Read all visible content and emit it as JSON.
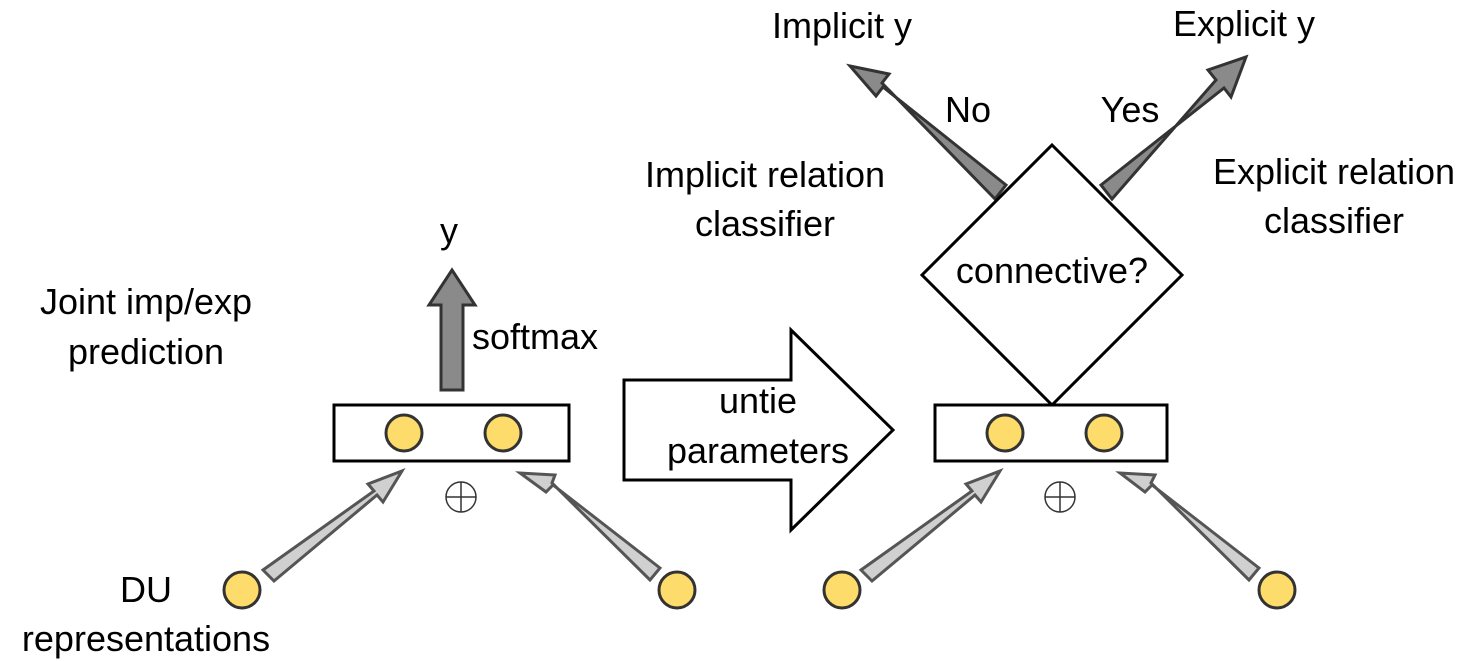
{
  "colors": {
    "node_fill": "#fddc6c",
    "arrow_light": "#d0d0d0",
    "arrow_dark": "#8a8a8a",
    "stroke": "#333333"
  },
  "left": {
    "title_line1": "Joint imp/exp",
    "title_line2": "prediction",
    "output_label": "y",
    "softmax_label": "softmax",
    "combine_symbol": "⊕",
    "input_line1": "DU",
    "input_line2": "representations"
  },
  "middle": {
    "arrow_line1": "untie",
    "arrow_line2": "parameters"
  },
  "right": {
    "decision_label": "connective?",
    "combine_symbol": "⊕",
    "no_label": "No",
    "yes_label": "Yes",
    "implicit_output": "Implicit y",
    "explicit_output": "Explicit y",
    "implicit_classifier_line1": "Implicit relation",
    "implicit_classifier_line2": "classifier",
    "explicit_classifier_line1": "Explicit relation",
    "explicit_classifier_line2": "classifier"
  }
}
